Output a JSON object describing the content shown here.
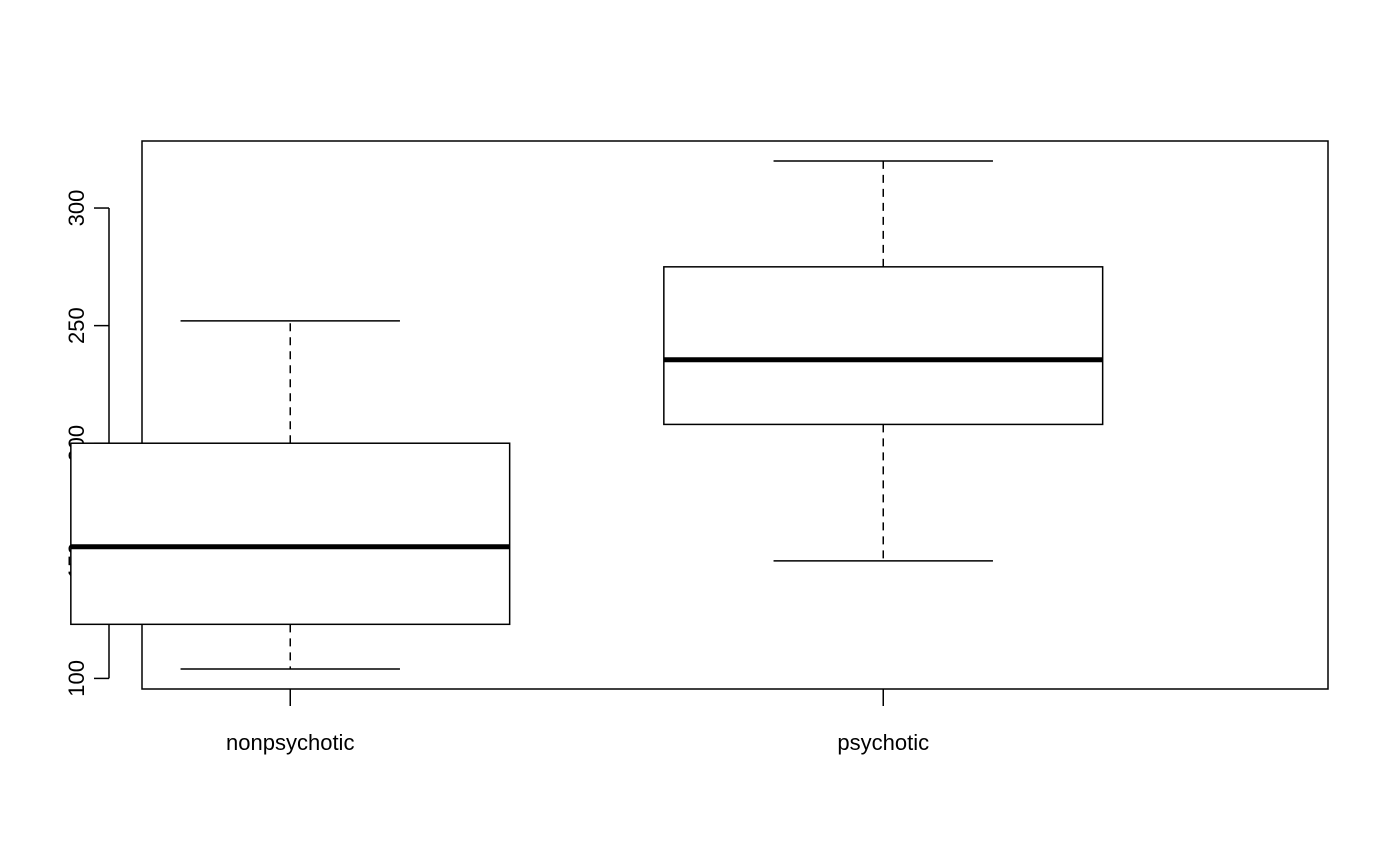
{
  "chart_data": {
    "type": "boxplot",
    "title": "",
    "xlabel": "",
    "ylabel": "",
    "categories": [
      "nonpsychotic",
      "psychotic"
    ],
    "boxes": [
      {
        "category": "nonpsychotic",
        "min": 104,
        "q1": 123,
        "median": 156,
        "q3": 200,
        "max": 252
      },
      {
        "category": "psychotic",
        "min": 150,
        "q1": 208,
        "median": 235.5,
        "q3": 275,
        "max": 320
      }
    ],
    "ylim": [
      95.5,
      328.5
    ],
    "y_ticks": [
      100,
      150,
      200,
      250,
      300
    ],
    "y_tick_labels": [
      "100",
      "150",
      "200",
      "250",
      "300"
    ],
    "grid": false,
    "legend": "none",
    "colors": {
      "box_fill": "#ffffff",
      "stroke": "#000000"
    }
  }
}
